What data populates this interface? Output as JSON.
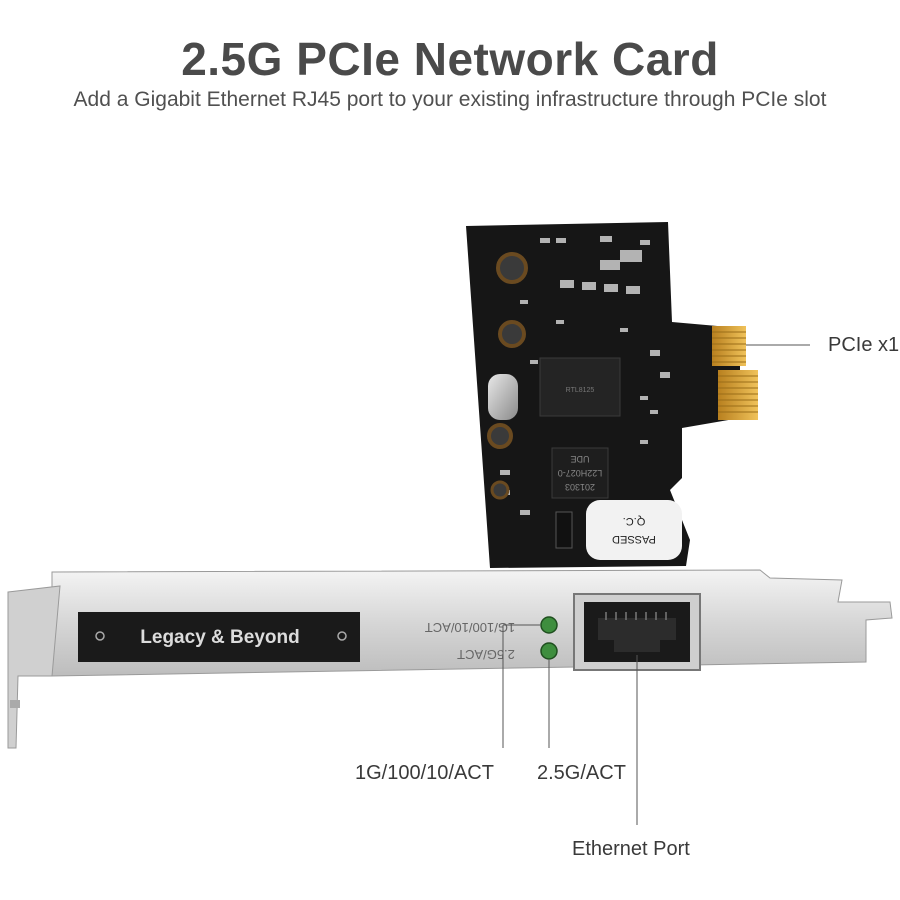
{
  "header": {
    "title": "2.5G PCIe Network Card",
    "subtitle": "Add a Gigabit Ethernet RJ45 port to your existing infrastructure through PCIe slot"
  },
  "bracket": {
    "brand_plate": "Legacy & Beyond",
    "led_label_top": "1G/100/10/ACT",
    "led_label_bottom": "2.5G/ACT"
  },
  "board": {
    "chip_text": "RTL8125",
    "transformer_text_1": "201303",
    "transformer_text_2": "L22H027-0",
    "transformer_text_3": "UDE",
    "qc_sticker_line1": "PASSED",
    "qc_sticker_line2": "Q.C."
  },
  "callouts": {
    "pcie": "PCIe x1",
    "led_activity_1g": "1G/100/10/ACT",
    "led_activity_25g": "2.5G/ACT",
    "ethernet_port": "Ethernet Port"
  },
  "colors": {
    "pcb": "#161616",
    "gold_contacts": "#d9a23a",
    "bracket": "#d8d8d8",
    "led": "#3e8e3e",
    "title": "#4a4a4a"
  }
}
